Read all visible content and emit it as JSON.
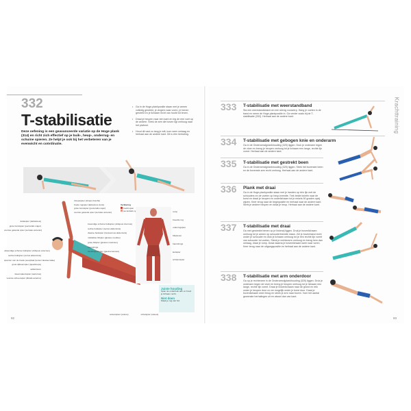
{
  "left_page": {
    "exercise_number": "332",
    "title": "T-stabilisatie",
    "intro": "Deze oefening is een geavanceerde variatie op de Hoge plank (314) en richt zich effectief op je buik-, heup-, onderrug- en schuine spieren. Ze helpt je ook bij het verbeteren van je evenwicht en coördinatie.",
    "steps": [
      "Ga in de Hoge-plankpositie staan met je armen volledig gestrekt, je vingers naar voren, je benen gestrekt en je lichaam recht van hoofd tot tenen.",
      "Draai je heupen naar een kant en leg de ene voet op de andere. Strek de arm die boven ligt omhoog naar het plafond.",
      "Houd dit vast zo lang je wilt, kom weer omlaag en herhaal aan de andere kant. Dit is één herhaling."
    ],
    "muscle_labels_left": [
      "deltaspier (deltoideus)",
      "grote borstspier (pectoralis major)",
      "voorste getande spier (serratus anterior)",
      "uitwendige schuine buikspier (obliquus externus)",
      "rechte buikspier (rectus abdominis)",
      "spanner van de brede peesplaat (tensor fasciae latae)",
      "grote dijbeenspier (quadriceps)",
      "adductoren",
      "kleermakersspier (sartorius)",
      "voorste scheenspier (tibialis anterior)"
    ],
    "muscle_labels_top": [
      "tricepsspier (triceps brachii)",
      "brede rugspier (latissimus dorsi)",
      "grote borstspier (pectoralis major)",
      "voorste getande spier (serratus anterior)"
    ],
    "muscle_labels_middle": [
      "inwendige schuine buikspier (obliquus internus)",
      "rechte buikspier (rectus abdominis)",
      "dwarse buikspier (transversus abdominis)",
      "middelste bilspier (gluteus medius)",
      "grote bilspier (gluteus maximus)",
      "hamstrings",
      "tweelingkuitspier (gastrocnemius)"
    ],
    "legend_top": "Verklaring",
    "legend_items": [
      "hoofd spier",
      "secundaire spier"
    ],
    "back_labels": [
      "romp",
      "breedte rug",
      "onderrugspier",
      "bilspieren",
      "hamstrings",
      "kuitspier",
      "scholenspier"
    ],
    "bottom_labels": [
      "soleusspier (soleus)",
      "scholspier (soleus)"
    ],
    "tip_box": {
      "title_do": "Juiste houding",
      "text_do": "Span de onderbuik aan en houd je lichaam recht.",
      "title_dont": "Niet doen",
      "text_dont": "Maak je rug niet hol."
    },
    "page_number": "92"
  },
  "right_page": {
    "section_label": "Krachttraining",
    "page_number": "93",
    "exercises": [
      {
        "number": "333",
        "title": "T-stabilisatie met weerstandband",
        "desc": "Sla een weerstandsband om een stevig voorwerp. Hang je voeten in de band en neem de Hoge-plankpositie in. Ga verder zoals bij de T-stabilisatie (332). Herhaal aan de andere kant."
      },
      {
        "number": "334",
        "title": "T-stabilisatie met gebogen knie en onderarm",
        "desc": "Ga in de Onderarmzijplankhouding (325) liggen. Druk je onderarm tegen de vloer en breng je heupen omhoog tot je lichaam een lange, rechte lijn vormt. Herhaal aan de andere kant."
      },
      {
        "number": "335",
        "title": "T-stabilisatie met gestrekt been",
        "desc": "Ga in de Onderarmzijplankhouding (325) liggen. Strek het bovenste been en de bovenste arm recht omhoog. Herhaal aan de andere kant."
      },
      {
        "number": "336",
        "title": "Plank met draai",
        "desc": "Ga in de Hoge-plankpositie staan met je handen op één lijn met de schouders en de voeten op heup-breedte. Trek beide knieën naar de borst en draai je heupen en onderlichaam tot je enkels 90 graden opzij wijzen. Keer terug naar de beginpositie en herhaal naar de andere kant. Strek je andere heupen en draai je heup. Herhaal aan de andere kant."
      },
      {
        "number": "337",
        "title": "T-stabilisatie met draai",
        "desc": "Ga met gestrekte benen op je linkerzij liggen. Druk je bovenlichaam omhoog tot je armen op schouderbreedte staan. Zet je bovenhand recht onder je schouder en druk je lichaam omhoog tot je een rechte lijn vormt van schouder tot voeten. Steek je rechterarm omhoog en breng hem dan omlaag, draai je romp. Draai daarna je bovenlichaam weer naar voren. Keer terug naar de uitgangspositie en herhaal aan de andere kant."
      },
      {
        "number": "338",
        "title": "T-stabilisatie met arm onderdoor",
        "desc": "Ga op je rechterarm in de Onderarmzijplankhouding (325) liggen. Druk je onderarm tegen de vloer en breng je heupen omhoog tot je lichaam een lange, rechte lijn vormt. Draai je bovenlichaam naar de grond en reik onder je heupen door zo ver mogelijk onder je borst door. Draai je bovenlichaam weer terug en steek je arm naar boven. Voer het aantal gewenste herhalingen uit en wissel dan van kant."
      }
    ]
  },
  "colors": {
    "accent": "#2fa4a0",
    "number_gray": "#b5b5b5",
    "muscle_red": "#b8463a",
    "skin": "#e8b18f",
    "shorts_blue": "#2a5fb0",
    "teal_top": "#39b8b4"
  }
}
